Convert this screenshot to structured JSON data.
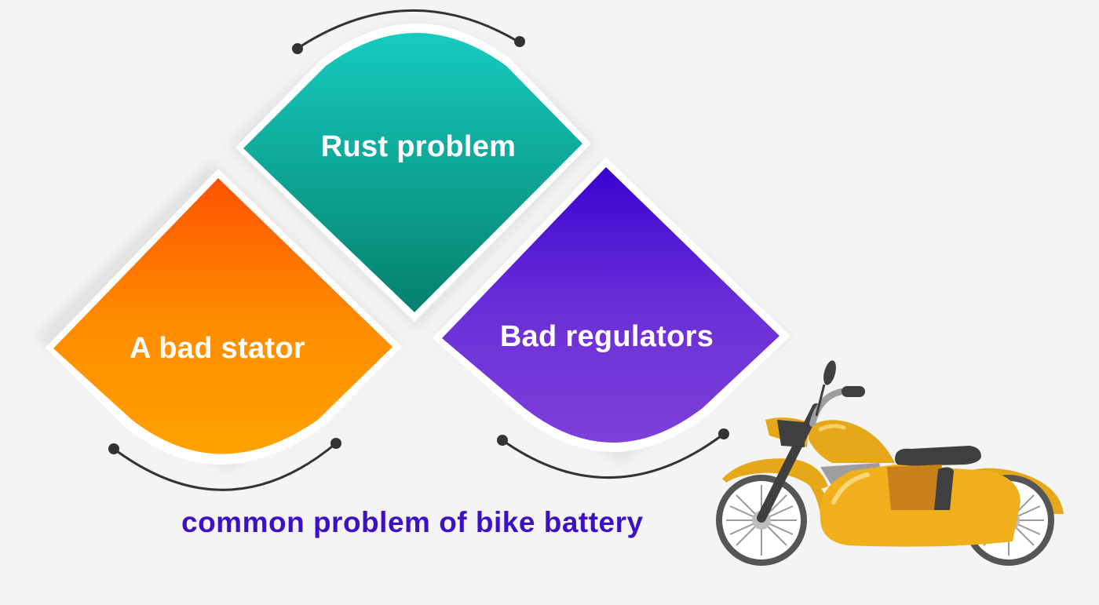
{
  "diagram": {
    "title": "common problem of bike battery",
    "problems": [
      {
        "id": "rust",
        "label": "Rust problem",
        "color_top": "#17cbbf",
        "color_bottom": "#05806d"
      },
      {
        "id": "stator",
        "label": "A bad stator",
        "color_top": "#ff5a00",
        "color_bottom": "#ffa000"
      },
      {
        "id": "regulators",
        "label": "Bad regulators",
        "color_top": "#3c05d2",
        "color_bottom": "#7b3dd9"
      }
    ],
    "illustration": "motorcycle-with-sidecar-icon",
    "colors": {
      "background": "#f4f4f4",
      "caption": "#3d10c4",
      "connector": "#333333",
      "bike_body": "#f0b01c"
    }
  }
}
